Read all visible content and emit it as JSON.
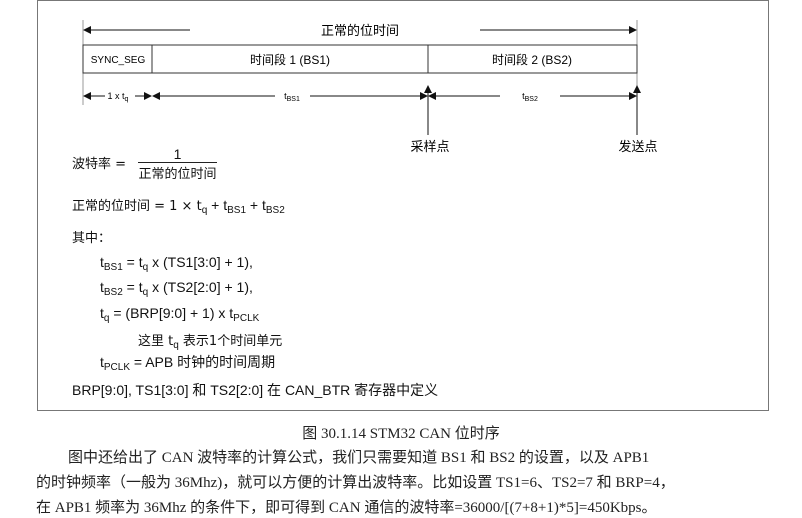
{
  "diagram": {
    "nominal_bit_time": "正常的位时间",
    "segments": [
      "SYNC_SEG",
      "时间段 1 (BS1)",
      "时间段 2 (BS2)"
    ],
    "durations": {
      "sync": "1 x t",
      "sync_sub": "q",
      "bs1": "t",
      "bs1_sub": "BS1",
      "bs2": "t",
      "bs2_sub": "BS2"
    },
    "sample_point": "采样点",
    "transmit_point": "发送点"
  },
  "formulas": {
    "baud_label": "波特率 =",
    "baud_num": "1",
    "baud_den": "正常的位时间",
    "bit_time_label": "正常的位时间 = 1 × t",
    "bit_time_rest": [
      "q",
      " + t",
      "BS1",
      " + t",
      "BS2"
    ],
    "where": "其中：",
    "tbs1": [
      "t",
      "BS1",
      " = t",
      "q",
      " x (TS1[3:0] + 1),"
    ],
    "tbs2": [
      "t",
      "BS2",
      " = t",
      "q",
      " x (TS2[2:0] + 1),"
    ],
    "tq": [
      "t",
      "q",
      " = (BRP[9:0] + 1) x t",
      "PCLK"
    ],
    "tq_note": [
      "这里 t",
      "q",
      " 表示1个时间单元"
    ],
    "tpclk": [
      "t",
      "PCLK",
      " = APB 时钟的时间周期"
    ],
    "defined": "BRP[9:0], TS1[3:0] 和 TS2[2:0] 在 CAN_BTR 寄存器中定义"
  },
  "caption": "图 30.1.14 STM32 CAN 位时序",
  "paragraph": [
    "图中还给出了 CAN 波特率的计算公式，我们只需要知道 BS1 和 BS2 的设置，以及 APB1",
    "的时钟频率（一般为 36Mhz)，就可以方便的计算出波特率。比如设置 TS1=6、TS2=7 和 BRP=4，",
    "在 APB1 频率为 36Mhz 的条件下，即可得到 CAN 通信的波特率=36000/[(7+8+1)*5]=450Kbps。"
  ]
}
